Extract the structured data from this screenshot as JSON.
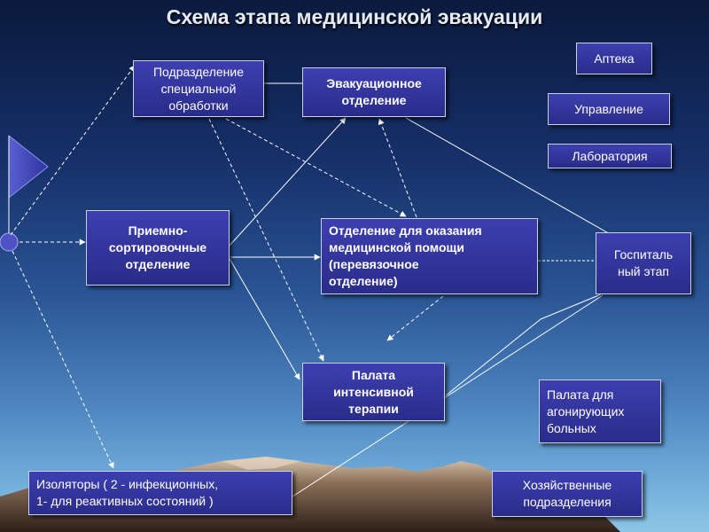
{
  "title": "Схема этапа медицинской эвакуации",
  "nodes": {
    "special_processing": "Подразделение\nспециальной\nобработки",
    "evacuation": "Эвакуационное\nотделение",
    "pharmacy": "Аптека",
    "management": "Управление",
    "laboratory": "Лаборатория",
    "reception": "Приемно-\nсортировочные\nотделение",
    "medical_aid": "Отделение для оказания\nмедицинской помощи\n(перевязочное\nотделение)",
    "hospital": "Госпиталь\nный этап",
    "icu": "Палата\nинтенсивной\nтерапии",
    "agonizing": "Палата  для\nагонирующих\nбольных",
    "isolators": "Изоляторы ( 2 - инфекционных,\n1- для реактивных состояний )",
    "household": "Хозяйственные\nподразделения"
  },
  "colors": {
    "box_fill": "#2f31a0",
    "box_border": "#c9d0f0",
    "line": "#ffffff",
    "mountain_dark": "#3a2a22",
    "mountain_light": "#c8b6a0"
  }
}
